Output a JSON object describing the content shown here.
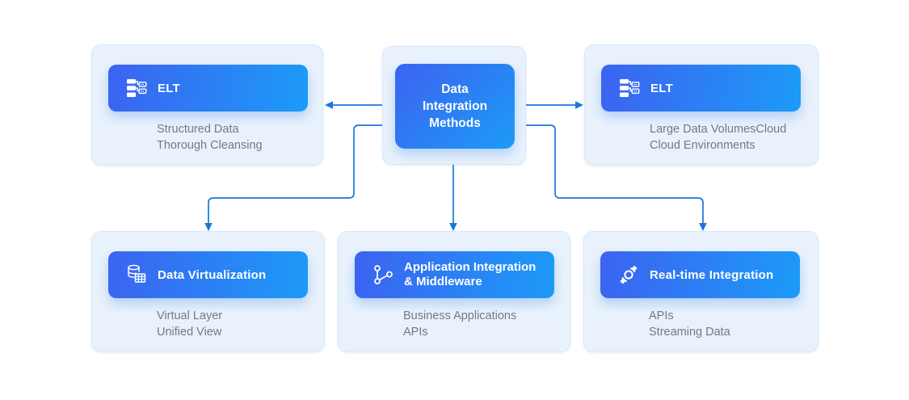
{
  "diagram": {
    "center": {
      "label_lines": [
        "Data",
        "Integration",
        "Methods"
      ]
    },
    "nodes": {
      "elt_left": {
        "label": "ELT",
        "icon": "elt-flow-icon",
        "details": [
          "Structured Data",
          "Thorough Cleansing"
        ]
      },
      "elt_right": {
        "label": "ELT",
        "icon": "elt-flow-icon",
        "details": [
          "Large Data VolumesCloud",
          "Cloud Environments"
        ]
      },
      "data_virtualization": {
        "label": "Data Virtualization",
        "icon": "database-table-icon",
        "details": [
          "Virtual Layer",
          "Unified View"
        ]
      },
      "app_integration": {
        "label_lines": [
          "Application Integration",
          "& Middleware"
        ],
        "icon": "branch-nodes-icon",
        "details": [
          "Business Applications",
          "APIs"
        ]
      },
      "realtime": {
        "label": "Real-time Integration",
        "icon": "sync-rotate-icon",
        "details": [
          "APIs",
          "Streaming Data"
        ]
      }
    },
    "colors": {
      "panel_bg": "#e9f2fc",
      "panel_border": "#d7e8fa",
      "pill_gradient_start": "#3c63f1",
      "pill_gradient_end": "#1c9bf7",
      "connector": "#1b76dc",
      "detail_text": "#6e7b87",
      "pill_text": "#ffffff"
    }
  }
}
